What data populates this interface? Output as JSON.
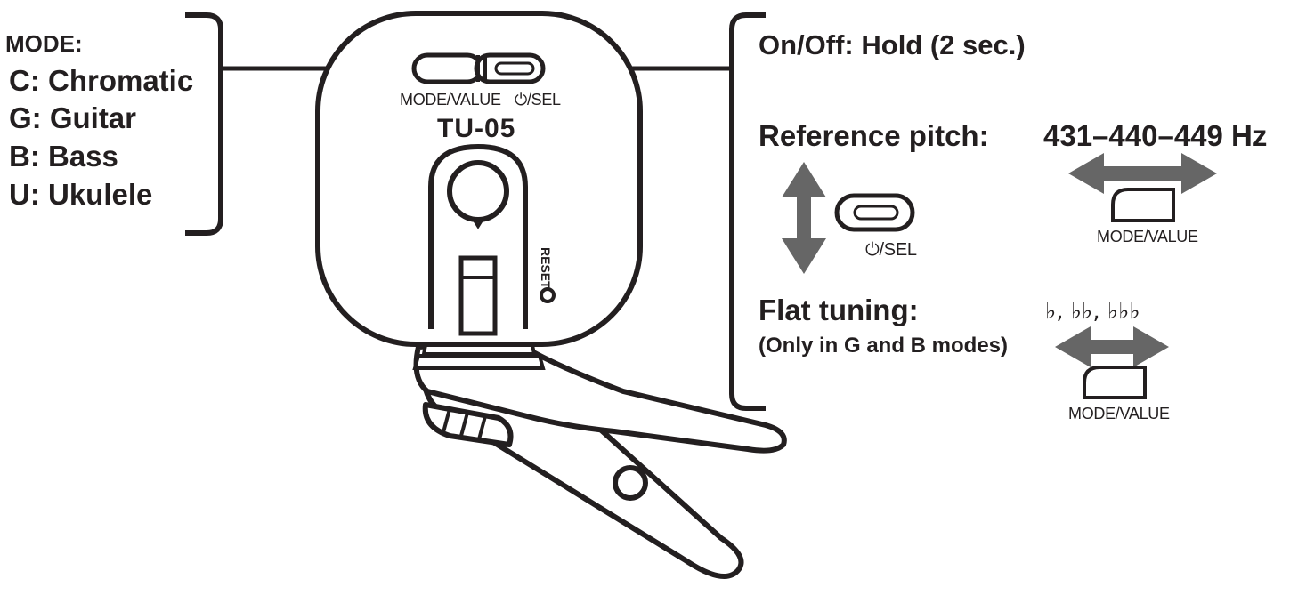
{
  "mode": {
    "title": "MODE:",
    "items": [
      "C: Chromatic",
      "G: Guitar",
      "B: Bass",
      "U: Ukulele"
    ]
  },
  "device": {
    "mode_value_label": "MODE/VALUE",
    "sel_label": "⏻/SEL",
    "model": "TU-05",
    "reset_label": "RESET"
  },
  "onoff": {
    "label": "On/Off:",
    "action": "Hold (2 sec.)"
  },
  "reference_pitch": {
    "label": "Reference pitch:",
    "range": "431–440–449 Hz",
    "sel_button_label": "⏻/SEL",
    "mode_value_button_label": "MODE/VALUE"
  },
  "flat_tuning": {
    "label": "Flat tuning:",
    "note": "(Only in G and B modes)",
    "symbols": "♭, ♭♭, ♭♭♭",
    "mode_value_button_label": "MODE/VALUE"
  },
  "colors": {
    "text": "#231f20",
    "arrow": "#666666"
  }
}
